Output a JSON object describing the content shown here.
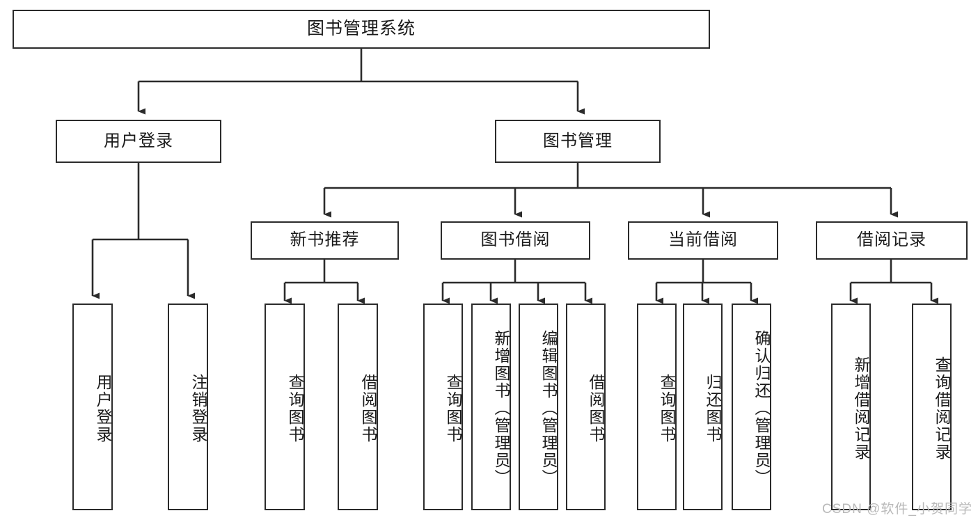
{
  "diagram": {
    "type": "tree-hierarchy-chart",
    "title": "图书管理系统",
    "orientation": "top-down",
    "colors": {
      "background": "#ffffff",
      "box_border": "#2b2b2b",
      "box_fill": "#ffffff",
      "text": "#1a1a1a",
      "edge": "#2b2b2b",
      "watermark": "#b9b9b9"
    },
    "watermark": "CSDN @软件_小贺同学",
    "nodes": {
      "root": {
        "label": "图书管理系统",
        "level": 1
      },
      "level2": [
        {
          "id": "user-login",
          "label": "用户登录"
        },
        {
          "id": "book-manage",
          "label": "图书管理"
        }
      ],
      "level3": [
        {
          "id": "new-book-rec",
          "label": "新书推荐",
          "parent": "book-manage"
        },
        {
          "id": "book-borrow",
          "label": "图书借阅",
          "parent": "book-manage"
        },
        {
          "id": "current-borrow",
          "label": "当前借阅",
          "parent": "book-manage"
        },
        {
          "id": "borrow-record",
          "label": "借阅记录",
          "parent": "book-manage"
        }
      ],
      "leaves": [
        {
          "id": "leaf-user-login",
          "label": "用户登录",
          "parent": "user-login"
        },
        {
          "id": "leaf-logout",
          "label": "注销登录",
          "parent": "user-login"
        },
        {
          "id": "leaf-query-book-1",
          "label": "查询图书",
          "parent": "new-book-rec"
        },
        {
          "id": "leaf-borrow-book-1",
          "label": "借阅图书",
          "parent": "new-book-rec"
        },
        {
          "id": "leaf-query-book-2",
          "label": "查询图书",
          "parent": "book-borrow"
        },
        {
          "id": "leaf-add-book",
          "label": "新增图书（管理员）",
          "parent": "book-borrow"
        },
        {
          "id": "leaf-edit-book",
          "label": "编辑图书（管理员）",
          "parent": "book-borrow"
        },
        {
          "id": "leaf-borrow-book-2",
          "label": "借阅图书",
          "parent": "book-borrow"
        },
        {
          "id": "leaf-query-book-3",
          "label": "查询图书",
          "parent": "current-borrow"
        },
        {
          "id": "leaf-return-book",
          "label": "归还图书",
          "parent": "current-borrow"
        },
        {
          "id": "leaf-confirm-return",
          "label": "确认归还（管理员）",
          "parent": "current-borrow"
        },
        {
          "id": "leaf-add-record",
          "label": "新增借阅记录",
          "parent": "borrow-record"
        },
        {
          "id": "leaf-query-record",
          "label": "查询借阅记录",
          "parent": "borrow-record"
        }
      ]
    }
  }
}
